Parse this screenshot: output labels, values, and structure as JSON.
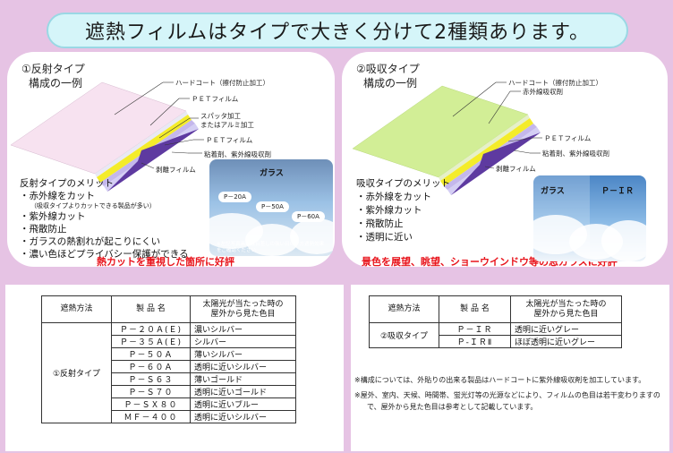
{
  "title": "遮熱フィルムはタイプで大きく分けて2種類あります。",
  "reflective": {
    "heading": "①反射タイプ",
    "subheading": "構成の一例",
    "layers": [
      "ハードコート（擦付防止加工）",
      "ＰＥＴフィルム",
      "スパッタ加工",
      "またはアルミ加工",
      "ＰＥＴフィルム",
      "粘着剤、紫外線吸収剤",
      "剥離フィルム"
    ],
    "merit_title": "反射タイプのメリット",
    "merits": [
      "・赤外線をカット",
      "・紫外線カット",
      "・飛散防止",
      "・ガラスの熱割れが起こりにくい",
      "・濃い色ほどプライバシー保護ができる"
    ],
    "merit_note": "（吸収タイプよりカットできる製品が多い）",
    "photo": {
      "glass_label": "ガラス",
      "tags": [
        "P－20A",
        "P－50A",
        "P－60A"
      ],
      "note": "※左記写真画面は日差しの強い日の夕方遮熱効果をご確認ください"
    },
    "caption": "熱カットを重視した箇所に好評"
  },
  "absorptive": {
    "heading": "②吸収タイプ",
    "subheading": "構成の一例",
    "layers": [
      "ハードコート（擦付防止加工）",
      "赤外線吸収剤",
      "ＰＥＴフィルム",
      "粘着剤、紫外線吸収剤",
      "剥離フィルム"
    ],
    "merit_title": "吸収タイプのメリット",
    "merits": [
      "・赤外線をカット",
      "・紫外線カット",
      "・飛散防止",
      "・透明に近い"
    ],
    "photo": {
      "glass_label": "ガラス",
      "product_label": "Ｐ－ＩＲ"
    },
    "caption": "景色を展望、眺望、ショーウインドウ等の窓ガラスに好評"
  },
  "table1": {
    "headers": [
      "遮熱方法",
      "製 品 名",
      "太陽光が当たった時の",
      "屋外から見た色目"
    ],
    "method": "①反射タイプ",
    "rows": [
      [
        "Ｐ－２０Ａ(Ｅ)",
        "濃いシルバー"
      ],
      [
        "Ｐ－３５Ａ(Ｅ)",
        "シルバー"
      ],
      [
        "Ｐ－５０Ａ",
        "薄いシルバー"
      ],
      [
        "Ｐ－６０Ａ",
        "透明に近いシルバー"
      ],
      [
        "Ｐ－Ｓ６３",
        "薄いゴールド"
      ],
      [
        "Ｐ－Ｓ７０",
        "透明に近いゴールド"
      ],
      [
        "Ｐ－ＳＸ８０",
        "透明に近いブルー"
      ],
      [
        "ＭＦ－４００",
        "透明に近いシルバー"
      ]
    ]
  },
  "table2": {
    "headers": [
      "遮熱方法",
      "製 品 名",
      "太陽光が当たった時の",
      "屋外から見た色目"
    ],
    "method": "②吸収タイプ",
    "rows": [
      [
        "Ｐ－ＩＲ",
        "透明に近いグレー"
      ],
      [
        "Ｐ-ＩＲⅡ",
        "ほぼ透明に近いグレー"
      ]
    ]
  },
  "notes": [
    "※構成については、外貼りの出来る製品はハードコートに紫外線吸収剤を加工しています。",
    "※屋外、室内、天候、時間帯、蛍光灯等の光源などにより、フィルムの色目は若干変わりますので、屋外から見た色目は参考として記載しています。"
  ]
}
